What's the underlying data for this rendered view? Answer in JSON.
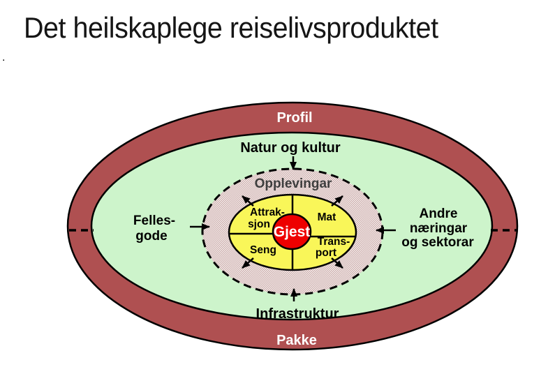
{
  "title": "Det heilskaplege reiselivsproduktet",
  "stray_dot": ".",
  "diagram": {
    "colors": {
      "outer_ring": "#AF5051",
      "green_zone": "#CDF4CB",
      "yellow_zone": "#F9F659",
      "core": "#EE0000",
      "outline": "#000000",
      "experience_label_color": "#3E3E3E"
    },
    "outer_ring": {
      "label_top": "Profil",
      "label_bottom": "Pakke"
    },
    "green_zone": {
      "label_top": "Natur og kultur",
      "label_bottom": "Infrastruktur"
    },
    "experience_ring": {
      "label": "Opplevingar"
    },
    "core": {
      "label": "Gjest"
    },
    "quadrants": {
      "top_left": {
        "line1": "Attrak-",
        "line2": "sjon"
      },
      "top_right": {
        "line1": "Mat"
      },
      "bottom_left": {
        "line1": "Seng"
      },
      "bottom_right": {
        "line1": "Trans-",
        "line2": "port"
      }
    },
    "left_label": {
      "line1": "Felles-",
      "line2": "gode"
    },
    "right_label": {
      "line1": "Andre",
      "line2": "næringar",
      "line3": "og sektorar"
    }
  }
}
